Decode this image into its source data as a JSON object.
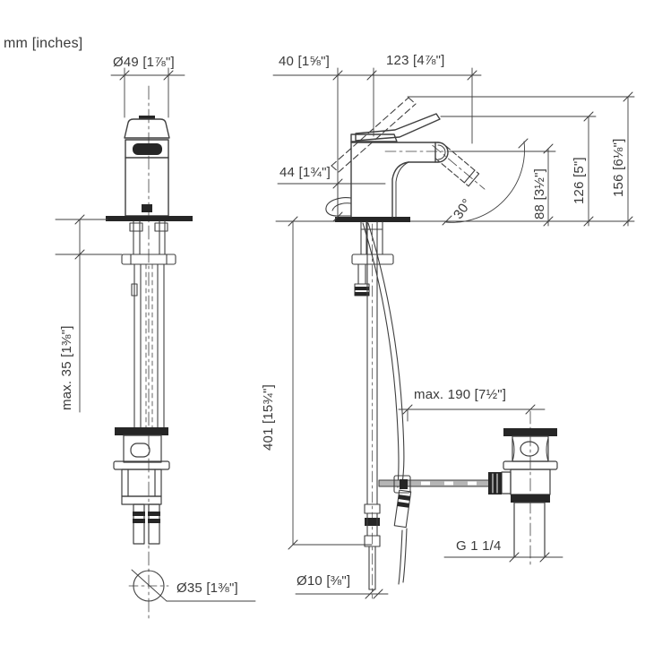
{
  "page": {
    "background": "#ffffff",
    "line_color": "#3f3f3f",
    "fill_color": "#262626",
    "drawing_type": "faucet installation dimension drawing, front and side views"
  },
  "labels": {
    "units": "mm [inches]",
    "dia49": "Ø49 [1⅞\"]",
    "dim40": "40 [1⅝\"]",
    "dim123": "123 [4⅞\"]",
    "dim44": "44 [1¾\"]",
    "angle30": "30°",
    "dim88": "88 [3½\"]",
    "dim126": "126 [5\"]",
    "dim156": "156 [6⅛\"]",
    "max35": "max. 35 [1⅜\"]",
    "dim401": "401 [15¾\"]",
    "max190": "max. 190 [7½\"]",
    "thread": "G 1 1/4",
    "dia10": "Ø10 [⅜\"]",
    "dia35": "Ø35 [1⅜\"]"
  }
}
